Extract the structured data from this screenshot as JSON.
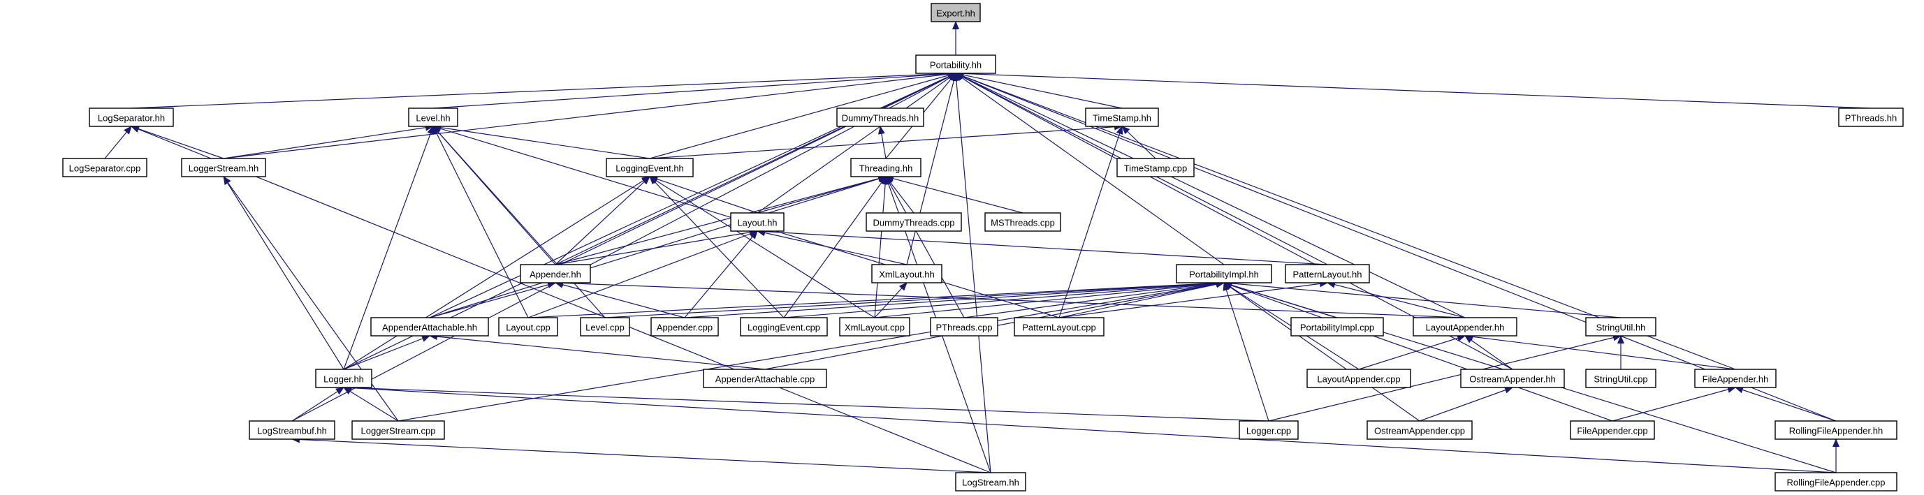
{
  "graph": {
    "edge_color": "#191970",
    "arrowhead": "filled-triangle",
    "root_fill": "#bfbfbf",
    "nodes": [
      {
        "id": "export_hh",
        "label": "Export.hh",
        "root": true
      },
      {
        "id": "portability_hh",
        "label": "Portability.hh"
      },
      {
        "id": "logseparator_hh",
        "label": "LogSeparator.hh"
      },
      {
        "id": "level_hh",
        "label": "Level.hh"
      },
      {
        "id": "dummythreads_hh",
        "label": "DummyThreads.hh"
      },
      {
        "id": "timestamp_hh",
        "label": "TimeStamp.hh"
      },
      {
        "id": "pthreads_hh",
        "label": "PThreads.hh"
      },
      {
        "id": "logseparator_cpp",
        "label": "LogSeparator.cpp"
      },
      {
        "id": "loggerstream_hh",
        "label": "LoggerStream.hh"
      },
      {
        "id": "loggingevent_hh",
        "label": "LoggingEvent.hh"
      },
      {
        "id": "timestamp_cpp",
        "label": "TimeStamp.cpp"
      },
      {
        "id": "threading_hh",
        "label": "Threading.hh"
      },
      {
        "id": "layout_hh",
        "label": "Layout.hh"
      },
      {
        "id": "dummythreads_cpp",
        "label": "DummyThreads.cpp"
      },
      {
        "id": "msthreads_cpp",
        "label": "MSThreads.cpp"
      },
      {
        "id": "appender_hh",
        "label": "Appender.hh"
      },
      {
        "id": "xmllayout_hh",
        "label": "XmlLayout.hh"
      },
      {
        "id": "portabilityimpl_hh",
        "label": "PortabilityImpl.hh"
      },
      {
        "id": "patternlayout_hh",
        "label": "PatternLayout.hh"
      },
      {
        "id": "appenderattachable_hh",
        "label": "AppenderAttachable.hh"
      },
      {
        "id": "layout_cpp",
        "label": "Layout.cpp"
      },
      {
        "id": "level_cpp",
        "label": "Level.cpp"
      },
      {
        "id": "appender_cpp",
        "label": "Appender.cpp"
      },
      {
        "id": "loggingevent_cpp",
        "label": "LoggingEvent.cpp"
      },
      {
        "id": "xmllayout_cpp",
        "label": "XmlLayout.cpp"
      },
      {
        "id": "pthreads_cpp",
        "label": "PThreads.cpp"
      },
      {
        "id": "patternlayout_cpp",
        "label": "PatternLayout.cpp"
      },
      {
        "id": "portabilityimpl_cpp",
        "label": "PortabilityImpl.cpp"
      },
      {
        "id": "layoutappender_hh",
        "label": "LayoutAppender.hh"
      },
      {
        "id": "stringutil_hh",
        "label": "StringUtil.hh"
      },
      {
        "id": "logger_hh",
        "label": "Logger.hh"
      },
      {
        "id": "appenderattachable_cpp",
        "label": "AppenderAttachable.cpp"
      },
      {
        "id": "layoutappender_cpp",
        "label": "LayoutAppender.cpp"
      },
      {
        "id": "ostreamappender_hh",
        "label": "OstreamAppender.hh"
      },
      {
        "id": "fileappender_hh",
        "label": "FileAppender.hh"
      },
      {
        "id": "stringutil_cpp",
        "label": "StringUtil.cpp"
      },
      {
        "id": "logstreambuf_hh",
        "label": "LogStreambuf.hh"
      },
      {
        "id": "loggerstream_cpp",
        "label": "LoggerStream.cpp"
      },
      {
        "id": "logger_cpp",
        "label": "Logger.cpp"
      },
      {
        "id": "ostreamappender_cpp",
        "label": "OstreamAppender.cpp"
      },
      {
        "id": "fileappender_cpp",
        "label": "FileAppender.cpp"
      },
      {
        "id": "rollingfileappender_hh",
        "label": "RollingFileAppender.hh"
      },
      {
        "id": "logstream_hh",
        "label": "LogStream.hh"
      },
      {
        "id": "rollingfileappender_cpp",
        "label": "RollingFileAppender.cpp"
      }
    ],
    "edges": [
      [
        "portability_hh",
        "export_hh"
      ],
      [
        "logseparator_hh",
        "portability_hh"
      ],
      [
        "level_hh",
        "portability_hh"
      ],
      [
        "dummythreads_hh",
        "portability_hh"
      ],
      [
        "timestamp_hh",
        "portability_hh"
      ],
      [
        "pthreads_hh",
        "portability_hh"
      ],
      [
        "loggerstream_hh",
        "portability_hh"
      ],
      [
        "loggingevent_hh",
        "portability_hh"
      ],
      [
        "threading_hh",
        "portability_hh"
      ],
      [
        "layout_hh",
        "portability_hh"
      ],
      [
        "appender_hh",
        "portability_hh"
      ],
      [
        "xmllayout_hh",
        "portability_hh"
      ],
      [
        "portabilityimpl_hh",
        "portability_hh"
      ],
      [
        "patternlayout_hh",
        "portability_hh"
      ],
      [
        "appenderattachable_hh",
        "portability_hh"
      ],
      [
        "layoutappender_hh",
        "portability_hh"
      ],
      [
        "logger_hh",
        "portability_hh"
      ],
      [
        "ostreamappender_hh",
        "portability_hh"
      ],
      [
        "fileappender_hh",
        "portability_hh"
      ],
      [
        "logstreambuf_hh",
        "portability_hh"
      ],
      [
        "rollingfileappender_hh",
        "portability_hh"
      ],
      [
        "logstream_hh",
        "portability_hh"
      ],
      [
        "logseparator_cpp",
        "logseparator_hh"
      ],
      [
        "loggerstream_hh",
        "logseparator_hh"
      ],
      [
        "logstream_hh",
        "logseparator_hh"
      ],
      [
        "loggerstream_hh",
        "level_hh"
      ],
      [
        "loggingevent_hh",
        "level_hh"
      ],
      [
        "appender_hh",
        "level_hh"
      ],
      [
        "layout_cpp",
        "level_hh"
      ],
      [
        "level_cpp",
        "level_hh"
      ],
      [
        "logger_hh",
        "level_hh"
      ],
      [
        "patternlayout_cpp",
        "level_hh"
      ],
      [
        "threading_hh",
        "dummythreads_hh"
      ],
      [
        "timestamp_cpp",
        "timestamp_hh"
      ],
      [
        "loggingevent_hh",
        "timestamp_hh"
      ],
      [
        "patternlayout_cpp",
        "timestamp_hh"
      ],
      [
        "logger_hh",
        "loggerstream_hh"
      ],
      [
        "loggerstream_cpp",
        "loggerstream_hh"
      ],
      [
        "layout_hh",
        "loggingevent_hh"
      ],
      [
        "appender_hh",
        "loggingevent_hh"
      ],
      [
        "loggingevent_cpp",
        "loggingevent_hh"
      ],
      [
        "xmllayout_cpp",
        "loggingevent_hh"
      ],
      [
        "logger_hh",
        "loggingevent_hh"
      ],
      [
        "layout_hh",
        "threading_hh"
      ],
      [
        "dummythreads_cpp",
        "threading_hh"
      ],
      [
        "msthreads_cpp",
        "threading_hh"
      ],
      [
        "appender_hh",
        "threading_hh"
      ],
      [
        "appenderattachable_hh",
        "threading_hh"
      ],
      [
        "loggingevent_cpp",
        "threading_hh"
      ],
      [
        "xmllayout_cpp",
        "threading_hh"
      ],
      [
        "pthreads_cpp",
        "threading_hh"
      ],
      [
        "logstream_hh",
        "threading_hh"
      ],
      [
        "appender_hh",
        "layout_hh"
      ],
      [
        "xmllayout_hh",
        "layout_hh"
      ],
      [
        "patternlayout_hh",
        "layout_hh"
      ],
      [
        "layout_cpp",
        "layout_hh"
      ],
      [
        "appender_cpp",
        "layout_hh"
      ],
      [
        "appenderattachable_hh",
        "appender_hh"
      ],
      [
        "appender_cpp",
        "appender_hh"
      ],
      [
        "layoutappender_hh",
        "appender_hh"
      ],
      [
        "xmllayout_cpp",
        "xmllayout_hh"
      ],
      [
        "layout_cpp",
        "portabilityimpl_hh"
      ],
      [
        "level_cpp",
        "portabilityimpl_hh"
      ],
      [
        "appender_cpp",
        "portabilityimpl_hh"
      ],
      [
        "loggingevent_cpp",
        "portabilityimpl_hh"
      ],
      [
        "xmllayout_cpp",
        "portabilityimpl_hh"
      ],
      [
        "pthreads_cpp",
        "portabilityimpl_hh"
      ],
      [
        "patternlayout_cpp",
        "portabilityimpl_hh"
      ],
      [
        "portabilityimpl_cpp",
        "portabilityimpl_hh"
      ],
      [
        "stringutil_hh",
        "portabilityimpl_hh"
      ],
      [
        "appenderattachable_cpp",
        "portabilityimpl_hh"
      ],
      [
        "layoutappender_cpp",
        "portabilityimpl_hh"
      ],
      [
        "logger_cpp",
        "portabilityimpl_hh"
      ],
      [
        "ostreamappender_cpp",
        "portabilityimpl_hh"
      ],
      [
        "fileappender_cpp",
        "portabilityimpl_hh"
      ],
      [
        "loggerstream_cpp",
        "portabilityimpl_hh"
      ],
      [
        "rollingfileappender_cpp",
        "portabilityimpl_hh"
      ],
      [
        "patternlayout_cpp",
        "patternlayout_hh"
      ],
      [
        "layoutappender_hh",
        "patternlayout_hh"
      ],
      [
        "logger_hh",
        "appenderattachable_hh"
      ],
      [
        "appenderattachable_cpp",
        "appenderattachable_hh"
      ],
      [
        "layoutappender_cpp",
        "layoutappender_hh"
      ],
      [
        "ostreamappender_hh",
        "layoutappender_hh"
      ],
      [
        "fileappender_hh",
        "layoutappender_hh"
      ],
      [
        "stringutil_cpp",
        "stringutil_hh"
      ],
      [
        "logger_cpp",
        "stringutil_hh"
      ],
      [
        "logstreambuf_hh",
        "logger_hh"
      ],
      [
        "loggerstream_cpp",
        "logger_hh"
      ],
      [
        "logger_cpp",
        "logger_hh"
      ],
      [
        "rollingfileappender_cpp",
        "logger_hh"
      ],
      [
        "ostreamappender_cpp",
        "ostreamappender_hh"
      ],
      [
        "fileappender_cpp",
        "fileappender_hh"
      ],
      [
        "rollingfileappender_hh",
        "fileappender_hh"
      ],
      [
        "rollingfileappender_cpp",
        "rollingfileappender_hh"
      ],
      [
        "logstream_hh",
        "logstreambuf_hh"
      ]
    ]
  }
}
